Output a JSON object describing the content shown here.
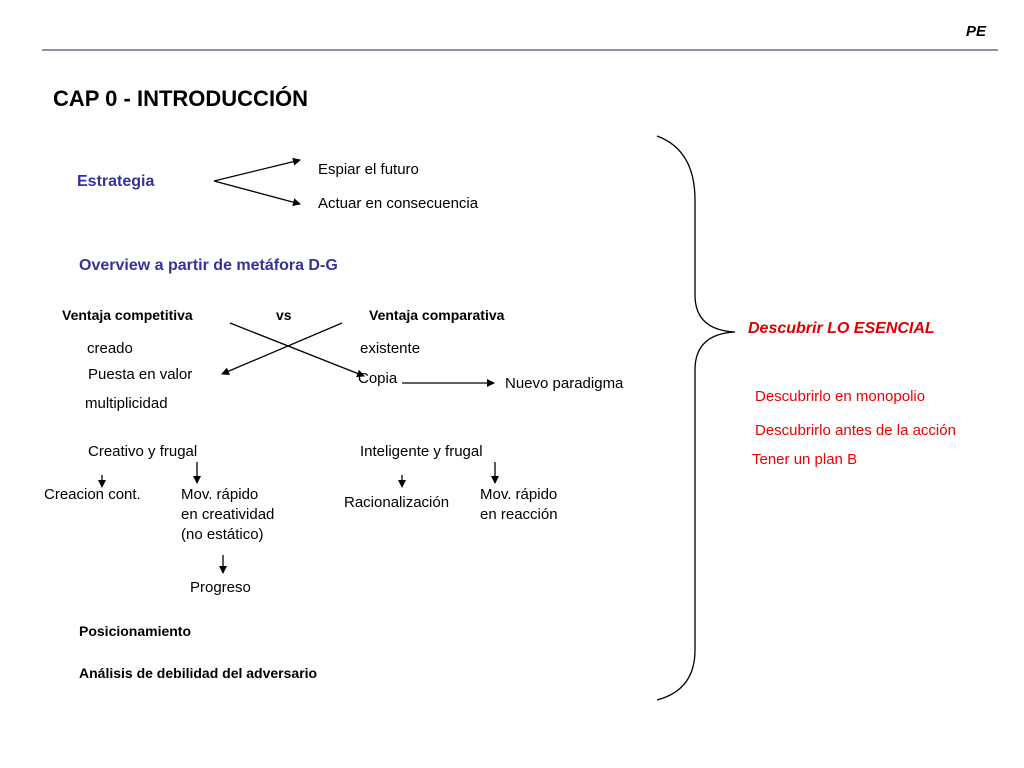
{
  "header": {
    "tag": "PE",
    "title": "CAP 0 - INTRODUCCIÓN"
  },
  "estrategia": {
    "label": "Estrategia",
    "branch_top": "Espiar el futuro",
    "branch_bottom": "Actuar en consecuencia"
  },
  "overview": "Overview a partir de metáfora D-G",
  "comparison": {
    "left_head": "Ventaja competitiva",
    "vs": "vs",
    "right_head": "Ventaja comparativa",
    "creado": "creado",
    "existente": "existente",
    "puesta": "Puesta en valor",
    "copia": "Copia",
    "nuevo": "Nuevo paradigma",
    "multiplicidad": "multiplicidad"
  },
  "creativo": {
    "label": "Creativo y frugal",
    "child_left": "Creacion cont.",
    "child_right_1": "Mov. rápido",
    "child_right_2": "en creatividad",
    "child_right_3": "(no estático)",
    "progreso": "Progreso"
  },
  "inteligente": {
    "label": "Inteligente y frugal",
    "child_left": "Racionalización",
    "child_right_1": "Mov. rápido",
    "child_right_2": "en reacción"
  },
  "bottom": {
    "posicionamiento": "Posicionamiento",
    "analisis": "Análisis de debilidad del adversario"
  },
  "right": {
    "esencial": "Descubrir LO ESENCIAL",
    "item1": "Descubrirlo en monopolio",
    "item2": "Descubrirlo antes de la acción",
    "item3": "Tener un plan B"
  },
  "colors": {
    "blue_text": "#333399",
    "red_text": "#ee0000",
    "rule": "#8b90b8"
  }
}
